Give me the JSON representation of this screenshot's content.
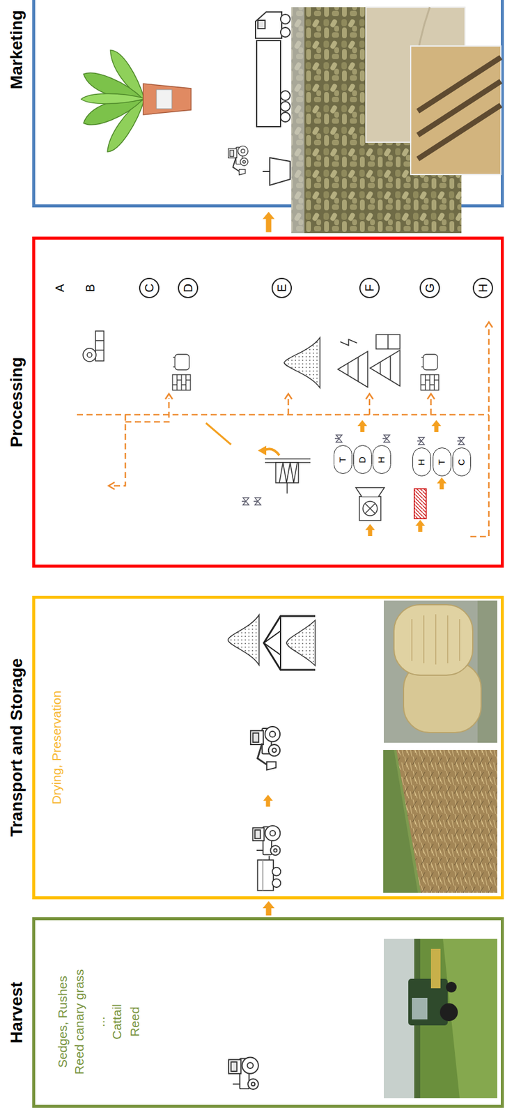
{
  "diagram": {
    "nodes": [
      {
        "text": [
          "Harvest",
          "Sedges, Rushes",
          "Reed canary grass",
          "...",
          "Cattail",
          "Reed"
        ]
      },
      {
        "text": [
          "Transport and Storage",
          "Drying, Preservation"
        ]
      },
      {
        "text": [
          "Processing"
        ]
      },
      {
        "text": [
          "C"
        ],
        "in": 2
      },
      {
        "text": [
          "D"
        ],
        "in": 2
      },
      {
        "text": [
          "E"
        ],
        "in": 2
      },
      {
        "text": [
          "F"
        ],
        "in": 2
      },
      {
        "text": [
          "G"
        ],
        "in": 2
      },
      {
        "text": [
          "H"
        ],
        "in": 2
      },
      {
        "text": [
          "T"
        ],
        "in": 2
      },
      {
        "text": [
          "D"
        ],
        "in": 2
      },
      {
        "text": [
          "H"
        ],
        "in": 2
      },
      {
        "text": [
          "H"
        ],
        "in": 2
      },
      {
        "text": [
          "T"
        ],
        "in": 2
      },
      {
        "text": [
          "C"
        ],
        "in": 2
      },
      {
        "text": [
          "Marketing"
        ]
      }
    ],
    "edges": [
      {
        "from": 0,
        "to": 1,
        "arrow": "to"
      },
      {
        "from": 2,
        "to": 15,
        "arrow": "to"
      }
    ],
    "labels": [
      "A",
      "B"
    ]
  }
}
